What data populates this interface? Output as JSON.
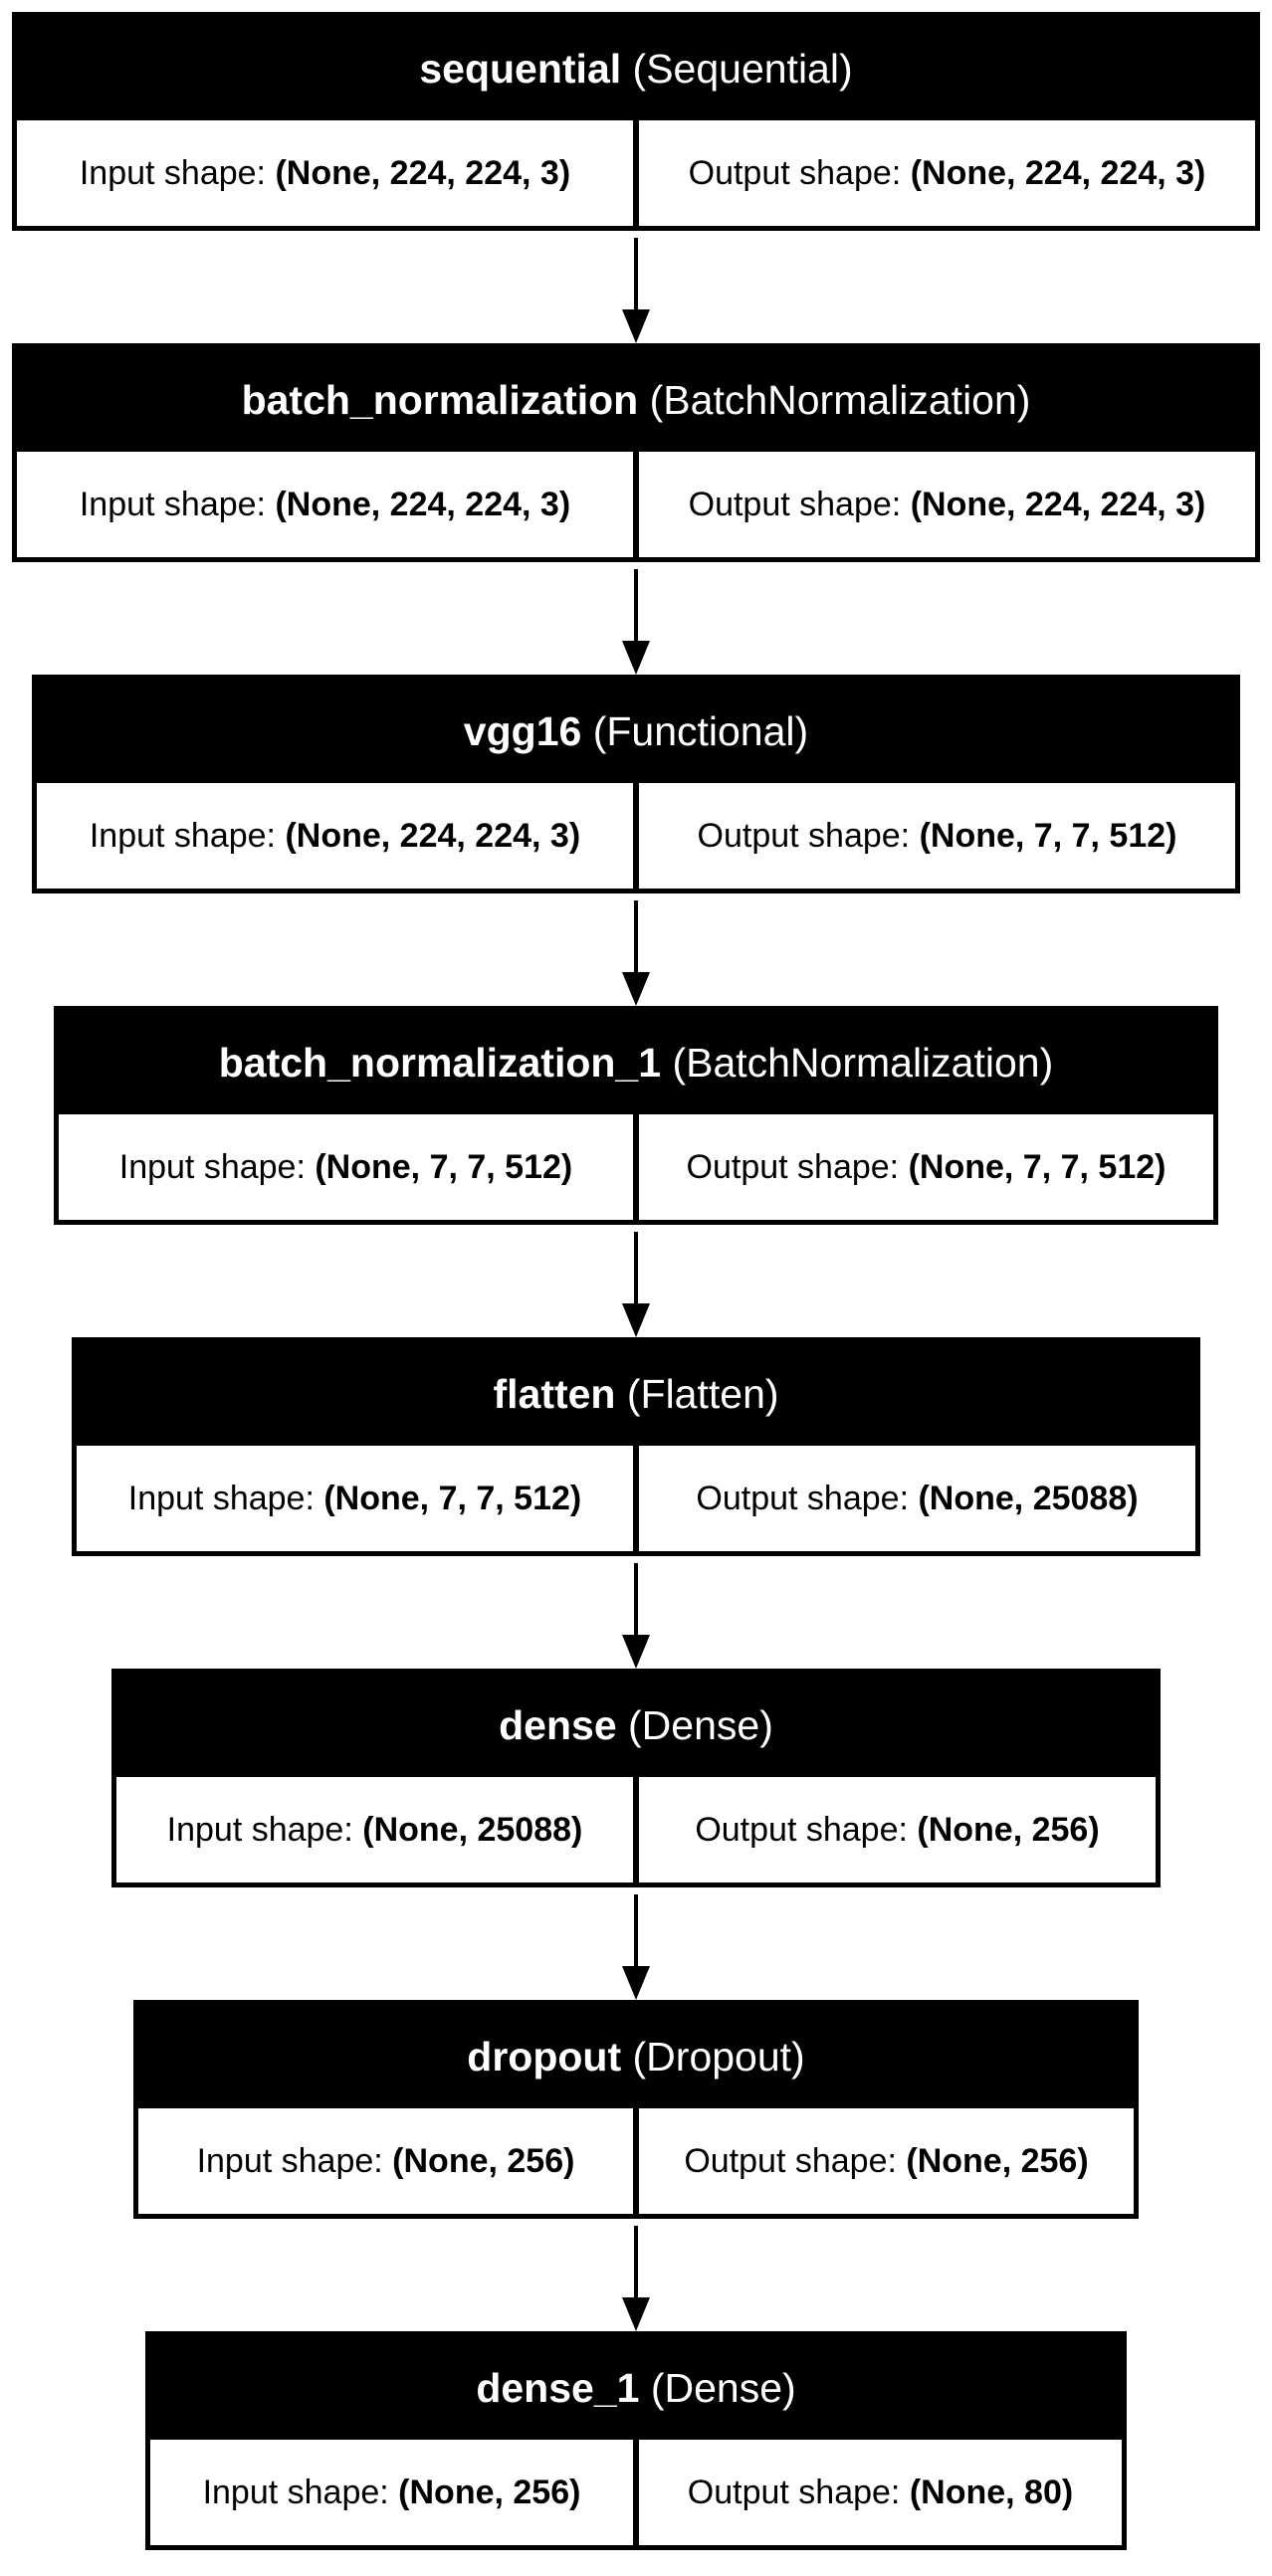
{
  "diagram": {
    "input_prefix": "Input shape: ",
    "output_prefix": "Output shape: ",
    "layers": [
      {
        "name": "sequential",
        "type": "(Sequential)",
        "input": "(None, 224, 224, 3)",
        "output": "(None, 224, 224, 3)"
      },
      {
        "name": "batch_normalization",
        "type": "(BatchNormalization)",
        "input": "(None, 224, 224, 3)",
        "output": "(None, 224, 224, 3)"
      },
      {
        "name": "vgg16",
        "type": "(Functional)",
        "input": "(None, 224, 224, 3)",
        "output": "(None, 7, 7, 512)"
      },
      {
        "name": "batch_normalization_1",
        "type": "(BatchNormalization)",
        "input": "(None, 7, 7, 512)",
        "output": "(None, 7, 7, 512)"
      },
      {
        "name": "flatten",
        "type": "(Flatten)",
        "input": "(None, 7, 7, 512)",
        "output": "(None, 25088)"
      },
      {
        "name": "dense",
        "type": "(Dense)",
        "input": "(None, 25088)",
        "output": "(None, 256)"
      },
      {
        "name": "dropout",
        "type": "(Dropout)",
        "input": "(None, 256)",
        "output": "(None, 256)"
      },
      {
        "name": "dense_1",
        "type": "(Dense)",
        "input": "(None, 256)",
        "output": "(None, 80)"
      }
    ]
  }
}
